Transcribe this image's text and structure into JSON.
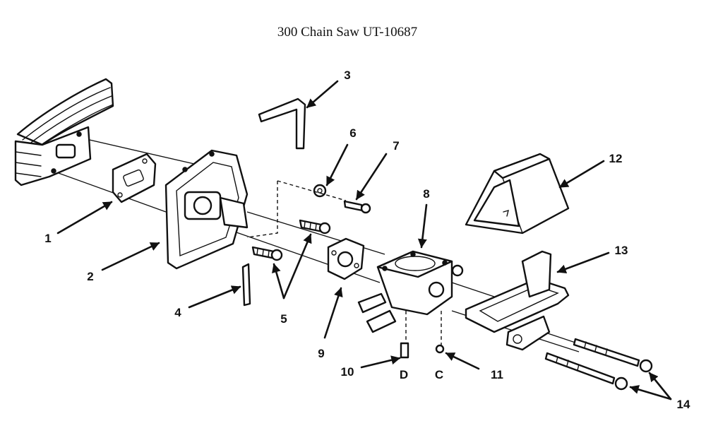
{
  "title": "300 Chain Saw UT-10687",
  "callouts": [
    {
      "id": "1",
      "label": "1"
    },
    {
      "id": "2",
      "label": "2"
    },
    {
      "id": "3",
      "label": "3"
    },
    {
      "id": "4",
      "label": "4"
    },
    {
      "id": "5",
      "label": "5"
    },
    {
      "id": "6",
      "label": "6"
    },
    {
      "id": "7",
      "label": "7"
    },
    {
      "id": "8",
      "label": "8"
    },
    {
      "id": "9",
      "label": "9"
    },
    {
      "id": "10",
      "label": "10"
    },
    {
      "id": "11",
      "label": "11"
    },
    {
      "id": "12",
      "label": "12"
    },
    {
      "id": "13",
      "label": "13"
    },
    {
      "id": "14",
      "label": "14"
    }
  ],
  "letters": {
    "d": "D",
    "c": "C"
  }
}
